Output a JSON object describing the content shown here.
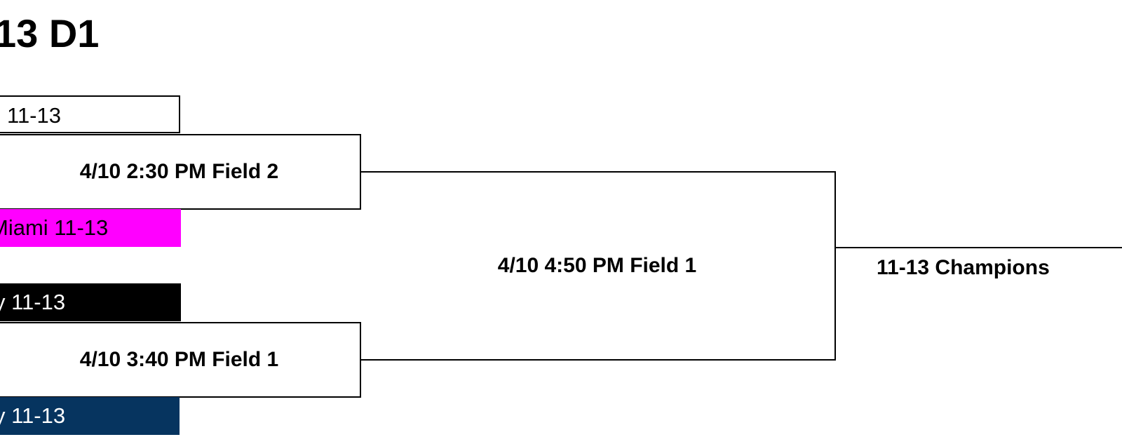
{
  "title": "13 D1",
  "teams": [
    {
      "label": "11-13",
      "bg": "#ffffff",
      "fg": "#000000"
    },
    {
      "label": "Miami 11-13",
      "bg": "#ff00ff",
      "fg": "#000000"
    },
    {
      "label": "y 11-13",
      "bg": "#000000",
      "fg": "#ffffff"
    },
    {
      "label": "y 11-13",
      "bg": "#06345f",
      "fg": "#ffffff"
    }
  ],
  "games": [
    {
      "label": "4/10 2:30 PM Field 2"
    },
    {
      "label": "4/10 3:40 PM Field 1"
    }
  ],
  "final": {
    "label": "4/10 4:50 PM Field 1"
  },
  "champion": {
    "label": "11-13 Champions"
  }
}
